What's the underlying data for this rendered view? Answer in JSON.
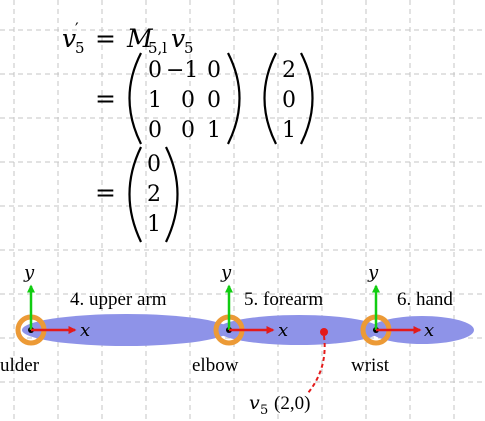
{
  "equation": {
    "lhs_symbol": "v",
    "lhs_sub": "5",
    "lhs_prime": "′",
    "equals": "=",
    "matrix_symbol": "M",
    "matrix_sub": "5,l",
    "rhs_vec_symbol": "v",
    "rhs_vec_sub": "5",
    "matrix": [
      [
        "0",
        "−1",
        "0"
      ],
      [
        "1",
        "0",
        "0"
      ],
      [
        "0",
        "0",
        "1"
      ]
    ],
    "input_vector": [
      "2",
      "0",
      "1"
    ],
    "result_vector": [
      "0",
      "2",
      "1"
    ]
  },
  "arm": {
    "axis_x": "x",
    "axis_y": "y",
    "segments": [
      "4. upper arm",
      "5. forearm",
      "6. hand"
    ],
    "joints": [
      "ulder",
      "elbow",
      "wrist"
    ],
    "point_symbol": "v",
    "point_sub": "5",
    "point_coords": "(2,0)"
  },
  "colors": {
    "segment_fill": "#8e93e8",
    "joint": "#ec9a36",
    "x_axis": "#e31a1a",
    "y_axis": "#11cc11",
    "point": "#e31a1a",
    "grid": "#c4c4c4"
  }
}
